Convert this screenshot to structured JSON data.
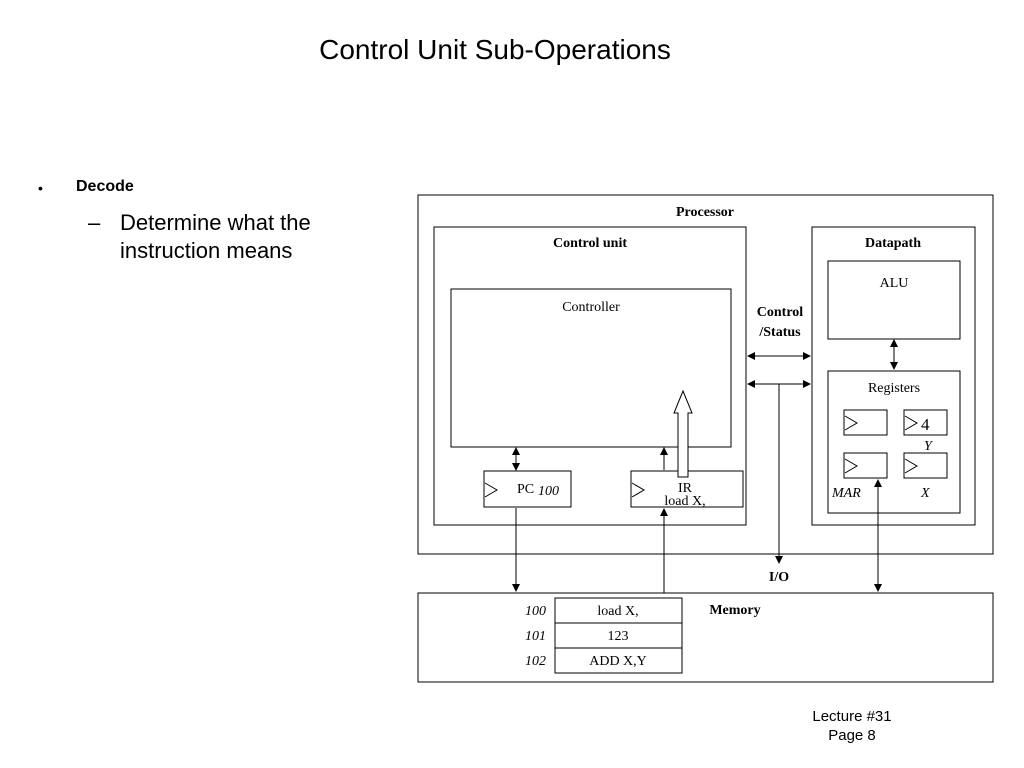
{
  "slide": {
    "title": "Control Unit Sub-Operations",
    "bullet": "Decode",
    "sub_bullet": "Determine what the instruction means",
    "footer_lecture": "Lecture #31",
    "footer_page": "Page 8"
  },
  "diagram": {
    "processor": "Processor",
    "control_unit": "Control unit",
    "controller": "Controller",
    "datapath": "Datapath",
    "alu": "ALU",
    "registers": "Registers",
    "control_status_1": "Control",
    "control_status_2": "/Status",
    "pc_label": "PC",
    "pc_value": "100",
    "ir_label": "IR",
    "ir_value": "load X,",
    "reg_value": "4",
    "reg_y": "Y",
    "mar": "MAR",
    "reg_x": "X",
    "io": "I/O",
    "memory": "Memory",
    "memory_rows": [
      {
        "address": "100",
        "content": "load X,"
      },
      {
        "address": "101",
        "content": "123"
      },
      {
        "address": "102",
        "content": "ADD X,Y"
      }
    ]
  }
}
